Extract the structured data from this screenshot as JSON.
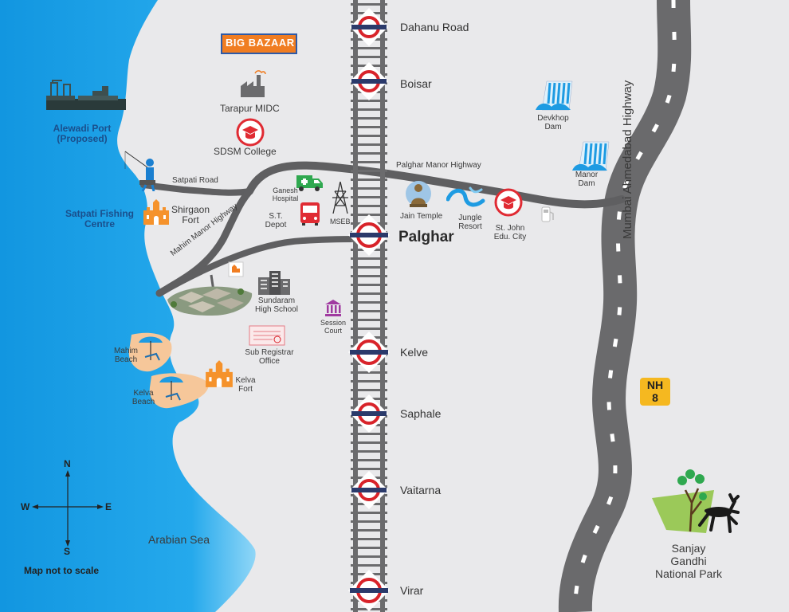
{
  "stations": {
    "dahanu_road": "Dahanu Road",
    "boisar": "Boisar",
    "palghar": "Palghar",
    "kelve": "Kelve",
    "saphale": "Saphale",
    "vaitarna": "Vaitarna",
    "virar": "Virar"
  },
  "roads": {
    "satpati_road": "Satpati Road",
    "palghar_manor_highway": "Palghar Manor Highway",
    "mahim_manor_highway": "Mahim Manor Highway",
    "mumbai_ahmedabad_highway": "Mumbai Ahmedabad Highway",
    "nh_badge_line1": "NH",
    "nh_badge_line2": "8"
  },
  "places": {
    "big_bazaar": "BIG BAZAAR",
    "tarapur_midc": "Tarapur MIDC",
    "sdsm_college": "SDSM College",
    "alewadi_port": "Alewadi Port\n(Proposed)",
    "satpati_fishing_centre": "Satpati Fishing\nCentre",
    "shirgaon_fort": "Shirgaon\nFort",
    "ganesh_hospital": "Ganesh\nHospital",
    "st_depot": "S.T.\nDepot",
    "mseb": "MSEB",
    "jain_temple": "Jain Temple",
    "jungle_resort": "Jungle\nResort",
    "st_john_edu_city": "St. John\nEdu. City",
    "devkhop_dam": "Devkhop\nDam",
    "manor_dam": "Manor\nDam",
    "sundaram_high_school": "Sundaram\nHigh School",
    "session_court": "Session\nCourt",
    "sub_registrar_office": "Sub Registrar\nOffice",
    "mahim_beach": "Mahim\nBeach",
    "kelva_beach": "Kelva\nBeach",
    "kelva_fort": "Kelva\nFort",
    "arabian_sea": "Arabian Sea",
    "sanjay_gandhi_national_park": "Sanjay\nGandhi\nNational Park"
  },
  "compass": {
    "n": "N",
    "s": "S",
    "e": "E",
    "w": "W"
  },
  "scale_note": "Map not to scale",
  "colors": {
    "sea_dark": "#1aa3e8",
    "sea_light": "#7fd0f5",
    "land": "#e9e9eb",
    "road": "#5f5f61",
    "highway": "#6a6a6c",
    "rail": "#6b6b6d",
    "station_ring": "#d8232a",
    "station_bar": "#2b3a6b",
    "beach": "#f5c89a",
    "nh_badge": "#f5b820",
    "label_blue": "#1a4f8c"
  }
}
